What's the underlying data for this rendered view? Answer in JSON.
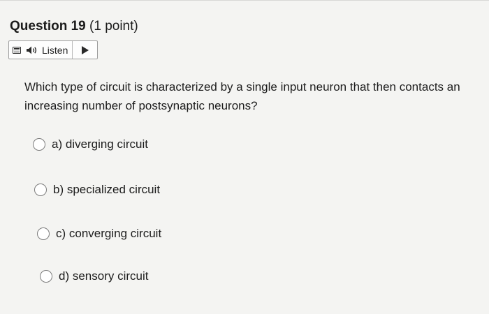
{
  "question": {
    "number_label": "Question 19",
    "points_label": "(1 point)"
  },
  "listen": {
    "label": "Listen",
    "icons": {
      "menu": "menu-icon",
      "speaker": "speaker-icon",
      "play": "play-icon"
    }
  },
  "prompt": {
    "line1": "Which type of circuit is characterized by a single input neuron that then contacts an",
    "line2": "increasing number of postsynaptic neurons?"
  },
  "options": [
    {
      "label": "a) diverging circuit"
    },
    {
      "label": "b) specialized circuit"
    },
    {
      "label": "c) converging circuit"
    },
    {
      "label": "d) sensory circuit"
    }
  ],
  "colors": {
    "background": "#f4f4f2",
    "text": "#1b1b1b",
    "radio_border": "#7c7c7c"
  }
}
